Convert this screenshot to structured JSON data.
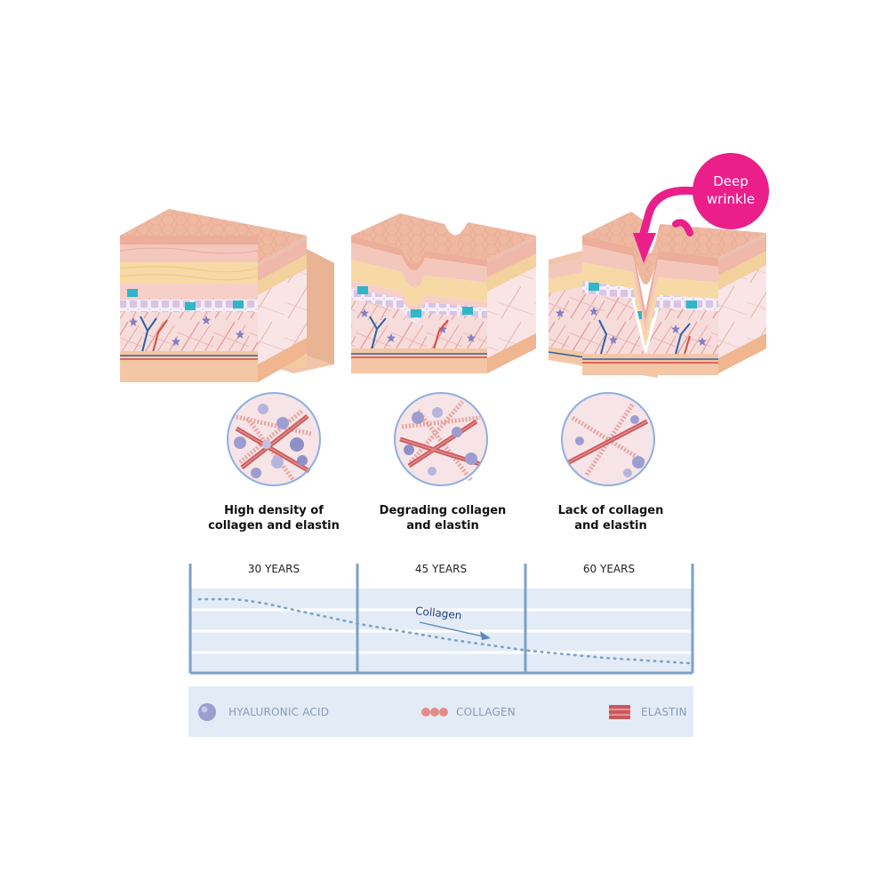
{
  "stages": [
    {
      "line1": "High density of",
      "line2": "collagen and elastin",
      "age": "30 YEARS"
    },
    {
      "line1": "Degrading collagen",
      "line2": "and elastin",
      "age": "45 YEARS"
    },
    {
      "line1": "Lack of collagen",
      "line2": "and elastin",
      "age": "60 YEARS"
    }
  ],
  "callout": {
    "line1": "Deep",
    "line2": "wrinkle"
  },
  "curve": {
    "label": "Collagen"
  },
  "legend": {
    "hyaluronic": "HYALURONIC ACID",
    "collagen": "COLLAGEN",
    "elastin": "ELASTIN"
  },
  "colors": {
    "skin_top": "#ecb29a",
    "epidermis": "#f4c7bc",
    "yellow_layer": "#f6d9a4",
    "dermis": "#f6dcdc",
    "fat": "#f5c9a3",
    "teal_cells": "#2fb6c9",
    "hyaluronic": "#9d9ed0",
    "collagen": "#e48b88",
    "elastin": "#c9585d",
    "chart_line": "#7ba1c9",
    "magenta": "#ea1f8a"
  }
}
